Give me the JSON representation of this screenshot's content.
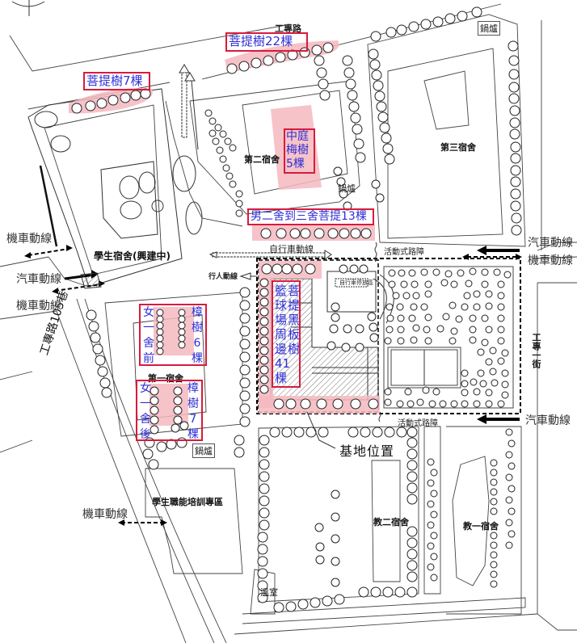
{
  "map": {
    "title": "基地位置",
    "highlight_color": "#f4b8bf",
    "annotation_border_color": "#d81b3b",
    "annotation_text_color": "#2f2fd6"
  },
  "roads": {
    "top": "工專路",
    "left": "工專路105巷",
    "right": "工專一街"
  },
  "buildings": {
    "dorm_student": "學生宿舍(興建中)",
    "dorm_2": "第二宿舍",
    "dorm_3": "第三宿舍",
    "dorm_1": "第一宿舍",
    "training_zone": "學生職能培訓專區",
    "faculty_dorm_2": "教二宿舍",
    "faculty_dorm_1": "教一宿舍",
    "greenhouse": "溫室",
    "boiler_1": "鍋爐",
    "boiler_2": "鍋爐",
    "boiler_3": "鍋爐",
    "bike_parking": "自行車停放區",
    "site_location": "基地位置"
  },
  "tree_annotations": [
    {
      "id": "bodhi-22",
      "text": "菩提樹22棵"
    },
    {
      "id": "bodhi-7",
      "text": "菩提樹7棵"
    },
    {
      "id": "plum-5",
      "lines": [
        "中庭",
        "梅樹",
        "5棵"
      ]
    },
    {
      "id": "bodhi-13",
      "text": "男二舍到三舍菩提13棵"
    },
    {
      "id": "court-41",
      "lines": [
        "籃 菩",
        "球 提",
        "場 黑",
        "周 板",
        "邊 樹",
        "41",
        "棵"
      ],
      "col1": [
        "籃",
        "球",
        "場",
        "周",
        "邊",
        "41",
        "棵"
      ],
      "col2": [
        "菩",
        "提",
        "黑",
        "板",
        "樹"
      ]
    },
    {
      "id": "women-front-camphor-6",
      "left": [
        "女",
        "一",
        "舍",
        "前"
      ],
      "right": [
        "樟",
        "樹",
        "6",
        "棵"
      ]
    },
    {
      "id": "women-back-camphor-7",
      "left": [
        "女",
        "一",
        "舍",
        "後"
      ],
      "right": [
        "樟",
        "樹",
        "7",
        "棵"
      ]
    }
  ],
  "traffic": {
    "moto_left_1": "機車動線",
    "car_left": "汽車動線",
    "moto_left_2": "機車動線",
    "moto_bottom_left": "機車動線",
    "car_right_top": "汽車動線",
    "moto_right": "機車動線",
    "car_right_bottom": "汽車動線",
    "bike_path": "自行車動線",
    "pedestrian": "行人動線",
    "barrier_top": "活動式路障",
    "barrier_bottom": "活動式路障"
  }
}
